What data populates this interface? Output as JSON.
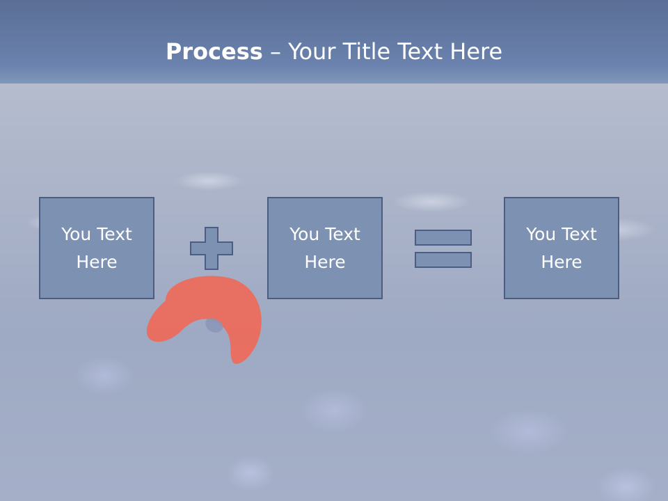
{
  "slide": {
    "title_bold": "Process",
    "title_rest": " – Your Title Text Here",
    "boxes": [
      {
        "line1": "You Text",
        "line2": "Here"
      },
      {
        "line1": "You Text",
        "line2": "Here"
      },
      {
        "line1": "You Text",
        "line2": "Here"
      }
    ],
    "operators": [
      "plus-icon",
      "equals-icon"
    ]
  },
  "colors": {
    "box_fill": "#7d91b2",
    "box_border": "#4b5e82",
    "title_text": "#ffffff",
    "poppy": "#ee6a5a"
  }
}
